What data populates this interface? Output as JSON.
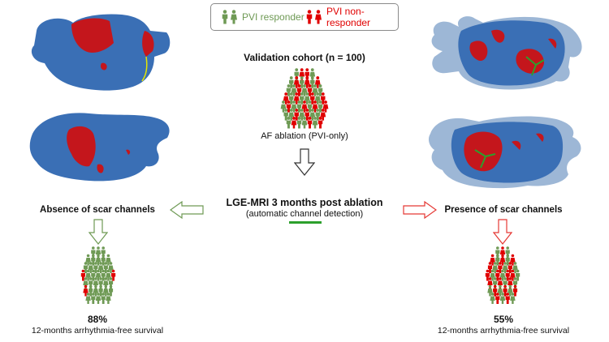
{
  "legend": {
    "responder_label": "PVI responder",
    "nonresponder_label": "PVI non-responder",
    "responder_color": "#6f9a55",
    "nonresponder_color": "#e00000"
  },
  "center": {
    "cohort_title": "Validation cohort (n = 100)",
    "ablation_label": "AF ablation (PVI-only)",
    "mri_title": "LGE-MRI 3 months post ablation",
    "mri_subtitle": "(automatic channel detection)"
  },
  "left": {
    "heading": "Absence of scar channels",
    "percent": "88%",
    "survival_label": "12-months arrhythmia-free survival"
  },
  "right": {
    "heading": "Presence of scar channels",
    "percent": "55%",
    "survival_label": "12-months arrhythmia-free survival"
  },
  "colors": {
    "atrium_blue": "#3a6fb5",
    "scar_red": "#c4161c",
    "pv_grey": "#9db7d6",
    "channel_green": "#2ca02c",
    "arrow_green": "#6f9a55",
    "arrow_red": "#e53935"
  }
}
